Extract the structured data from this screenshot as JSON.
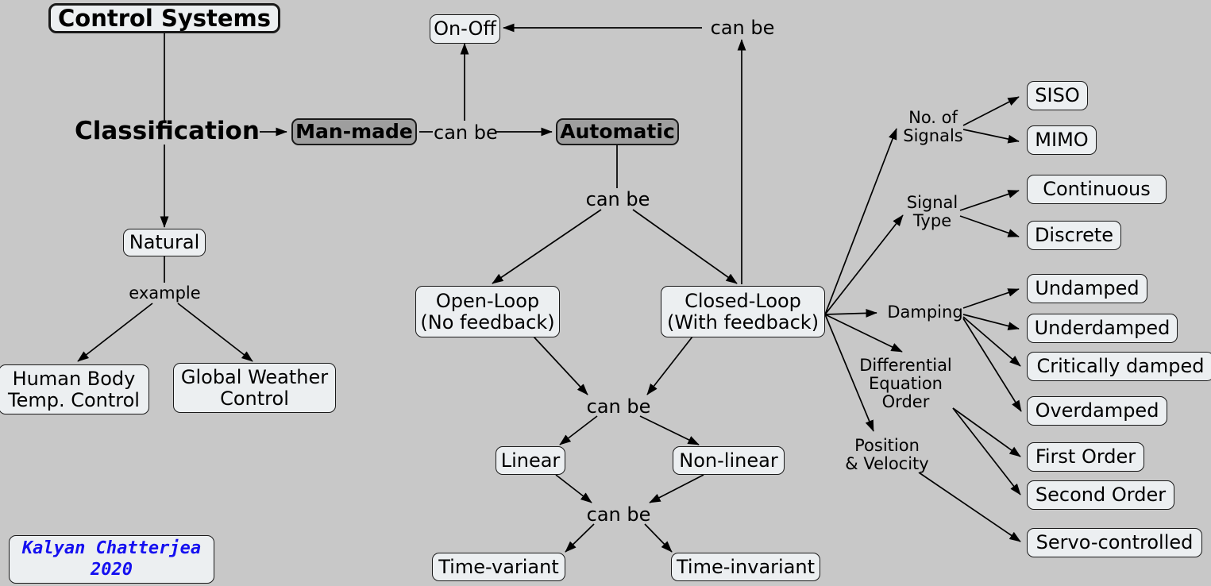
{
  "diagram": {
    "title": "Control Systems",
    "background_color": "#c8c8c8",
    "node_fill": "#eceff1",
    "shaded_fill": "#9e9e9e",
    "signature_color": "#1510f0",
    "edge_color": "#000000"
  },
  "nodes": {
    "control_systems": "Control Systems",
    "classification": "Classification",
    "man_made": "Man-made",
    "automatic": "Automatic",
    "on_off": "On-Off",
    "natural": "Natural",
    "human_body": "Human Body\nTemp. Control",
    "global_weather": "Global Weather\nControl",
    "open_loop": "Open-Loop\n(No feedback)",
    "closed_loop": "Closed-Loop\n(With feedback)",
    "linear": "Linear",
    "non_linear": "Non-linear",
    "time_variant": "Time-variant",
    "time_invariant": "Time-invariant",
    "no_of_signals": "No. of\nSignals",
    "siso": "SISO",
    "mimo": "MIMO",
    "signal_type": "Signal\nType",
    "continuous": "Continuous",
    "discrete": "Discrete",
    "damping": "Damping",
    "undamped": "Undamped",
    "underdamped": "Underdamped",
    "critically_damped": "Critically damped",
    "overdamped": "Overdamped",
    "diff_eq_order": "Differential\nEquation\nOrder",
    "first_order": "First Order",
    "second_order": "Second Order",
    "position_velocity": "Position\n& Velocity",
    "servo_controlled": "Servo-controlled",
    "signature": "Kalyan Chatterjea\n2020"
  },
  "edge_labels": {
    "can_be_manmade_automatic": "can be",
    "can_be_to_onoff": "can be",
    "can_be_automatic_loops": "can be",
    "can_be_loops_linearity": "can be",
    "can_be_linearity_time": "can be",
    "example_natural": "example"
  },
  "relations": [
    {
      "from": "control_systems",
      "to": "classification",
      "label": ""
    },
    {
      "from": "classification",
      "to": "man_made",
      "label": ""
    },
    {
      "from": "man_made",
      "to": "automatic",
      "label": "can be"
    },
    {
      "from": "man_made",
      "to": "on_off",
      "label": "can be"
    },
    {
      "from": "closed_loop",
      "to": "on_off",
      "label": "can be"
    },
    {
      "from": "classification",
      "to": "natural",
      "label": ""
    },
    {
      "from": "natural",
      "to": "human_body",
      "label": "example"
    },
    {
      "from": "natural",
      "to": "global_weather",
      "label": "example"
    },
    {
      "from": "automatic",
      "to": "open_loop",
      "label": "can be"
    },
    {
      "from": "automatic",
      "to": "closed_loop",
      "label": "can be"
    },
    {
      "from": "open_loop",
      "to": "linear",
      "label": "can be"
    },
    {
      "from": "closed_loop",
      "to": "linear",
      "label": "can be"
    },
    {
      "from": "open_loop",
      "to": "non_linear",
      "label": "can be"
    },
    {
      "from": "closed_loop",
      "to": "non_linear",
      "label": "can be"
    },
    {
      "from": "linear",
      "to": "time_variant",
      "label": "can be"
    },
    {
      "from": "linear",
      "to": "time_invariant",
      "label": "can be"
    },
    {
      "from": "non_linear",
      "to": "time_variant",
      "label": "can be"
    },
    {
      "from": "non_linear",
      "to": "time_invariant",
      "label": "can be"
    },
    {
      "from": "closed_loop",
      "to": "no_of_signals",
      "label": ""
    },
    {
      "from": "no_of_signals",
      "to": "siso",
      "label": ""
    },
    {
      "from": "no_of_signals",
      "to": "mimo",
      "label": ""
    },
    {
      "from": "closed_loop",
      "to": "signal_type",
      "label": ""
    },
    {
      "from": "signal_type",
      "to": "continuous",
      "label": ""
    },
    {
      "from": "signal_type",
      "to": "discrete",
      "label": ""
    },
    {
      "from": "closed_loop",
      "to": "damping",
      "label": ""
    },
    {
      "from": "damping",
      "to": "undamped",
      "label": ""
    },
    {
      "from": "damping",
      "to": "underdamped",
      "label": ""
    },
    {
      "from": "damping",
      "to": "critically_damped",
      "label": ""
    },
    {
      "from": "damping",
      "to": "overdamped",
      "label": ""
    },
    {
      "from": "closed_loop",
      "to": "diff_eq_order",
      "label": ""
    },
    {
      "from": "diff_eq_order",
      "to": "first_order",
      "label": ""
    },
    {
      "from": "diff_eq_order",
      "to": "second_order",
      "label": ""
    },
    {
      "from": "closed_loop",
      "to": "position_velocity",
      "label": ""
    },
    {
      "from": "position_velocity",
      "to": "servo_controlled",
      "label": ""
    }
  ]
}
